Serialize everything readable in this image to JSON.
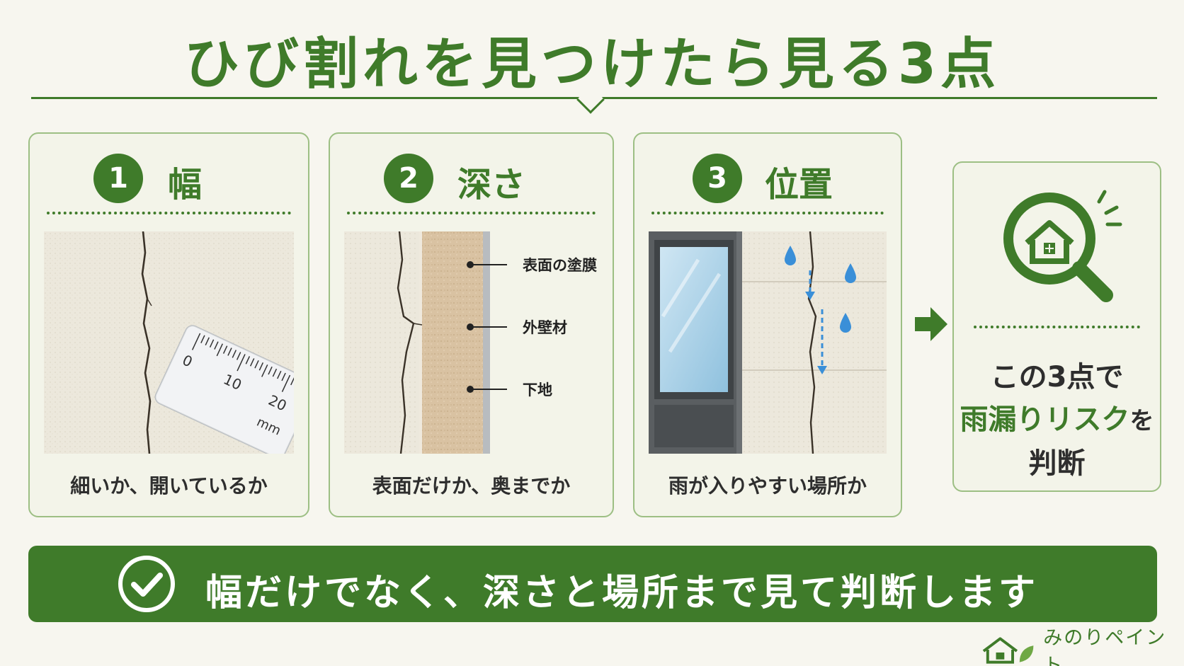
{
  "title": "ひび割れを見つけたら見る3点",
  "cards": [
    {
      "num": "1",
      "title": "幅",
      "caption": "細いか、開いているか"
    },
    {
      "num": "2",
      "title": "深さ",
      "caption": "表面だけか、奥までか",
      "layers": [
        "表面の塗膜",
        "外壁材",
        "下地"
      ]
    },
    {
      "num": "3",
      "title": "位置",
      "caption": "雨が入りやすい場所か"
    }
  ],
  "ruler": {
    "ticks": [
      "0",
      "10",
      "20"
    ],
    "unit": "mm"
  },
  "result": {
    "line1": "この3点で",
    "line2_green": "雨漏りリスク",
    "line2_suffix": "を",
    "line3": "判断"
  },
  "banner": {
    "text": "幅だけでなく、深さと場所まで見て判断します"
  },
  "brand": {
    "name": "みのりペイント"
  },
  "colors": {
    "accent": "#3f7b2a",
    "border": "#9dbf84",
    "background": "#f7f6ef",
    "water": "#3a8fd8"
  }
}
